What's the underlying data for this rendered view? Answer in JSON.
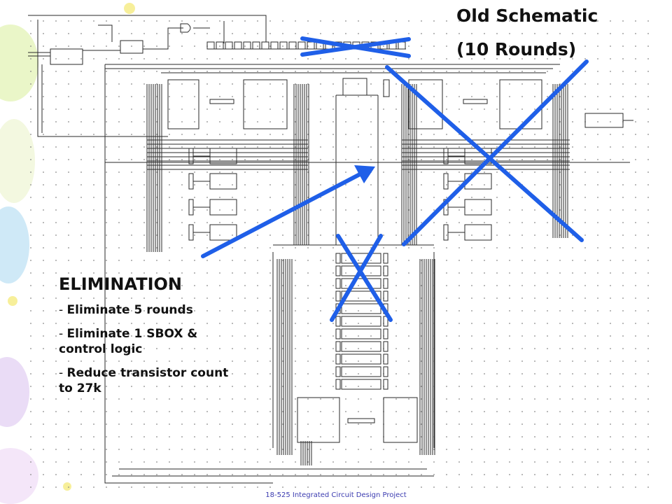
{
  "slide": {
    "title_line1": "Old Schematic",
    "title_line2": "(10 Rounds)",
    "elimination": {
      "heading": "ELIMINATION",
      "items": [
        "Eliminate 5 rounds",
        "Eliminate 1 SBOX & control logic",
        "Reduce transistor count to 27k"
      ]
    },
    "footer": "18-525 Integrated Circuit Design Project"
  },
  "colors": {
    "annotation": "#1f5fe8",
    "wire": "#2a2a2a",
    "grid_dot": "#888888"
  }
}
